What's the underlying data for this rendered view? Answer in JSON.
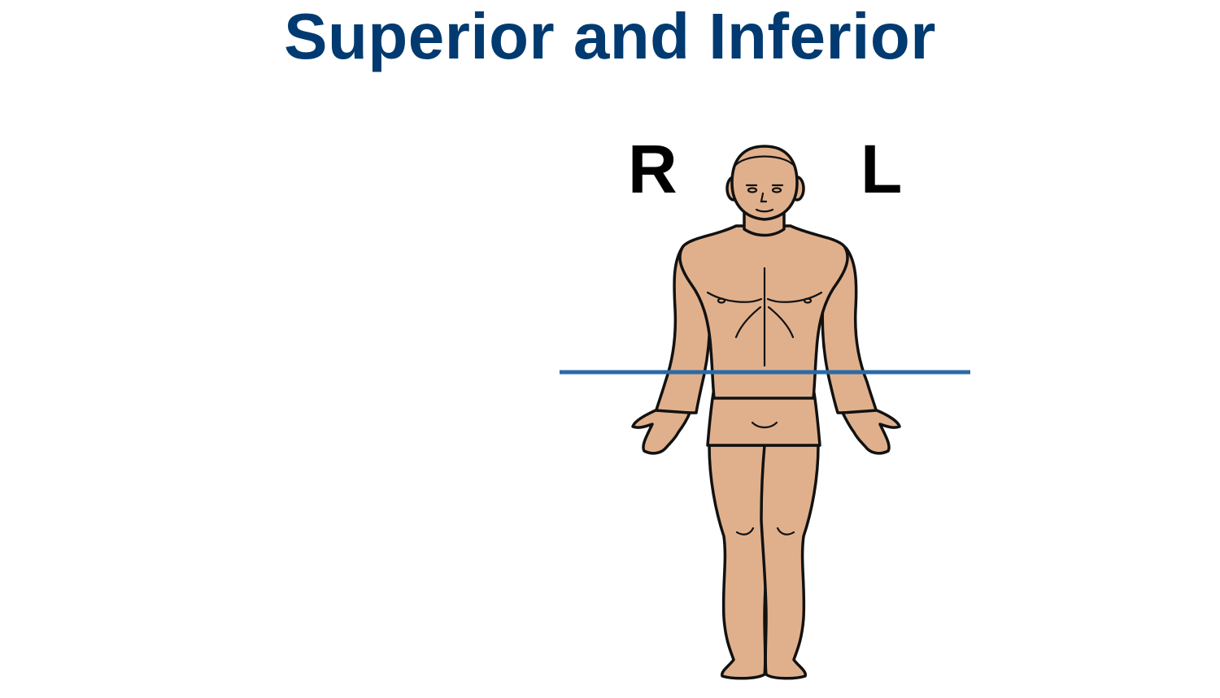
{
  "slide": {
    "title": "Superior and Inferior",
    "labels": {
      "right": "R",
      "left": "L"
    }
  },
  "figure": {
    "subject": "human body, anatomical position",
    "skin_color": "#e0b08c",
    "outline_color": "#111111",
    "plane_line_color": "#2a6aa8",
    "plane_type": "transverse"
  },
  "colors": {
    "title": "#003a70",
    "labels": "#000000",
    "background": "#ffffff"
  }
}
